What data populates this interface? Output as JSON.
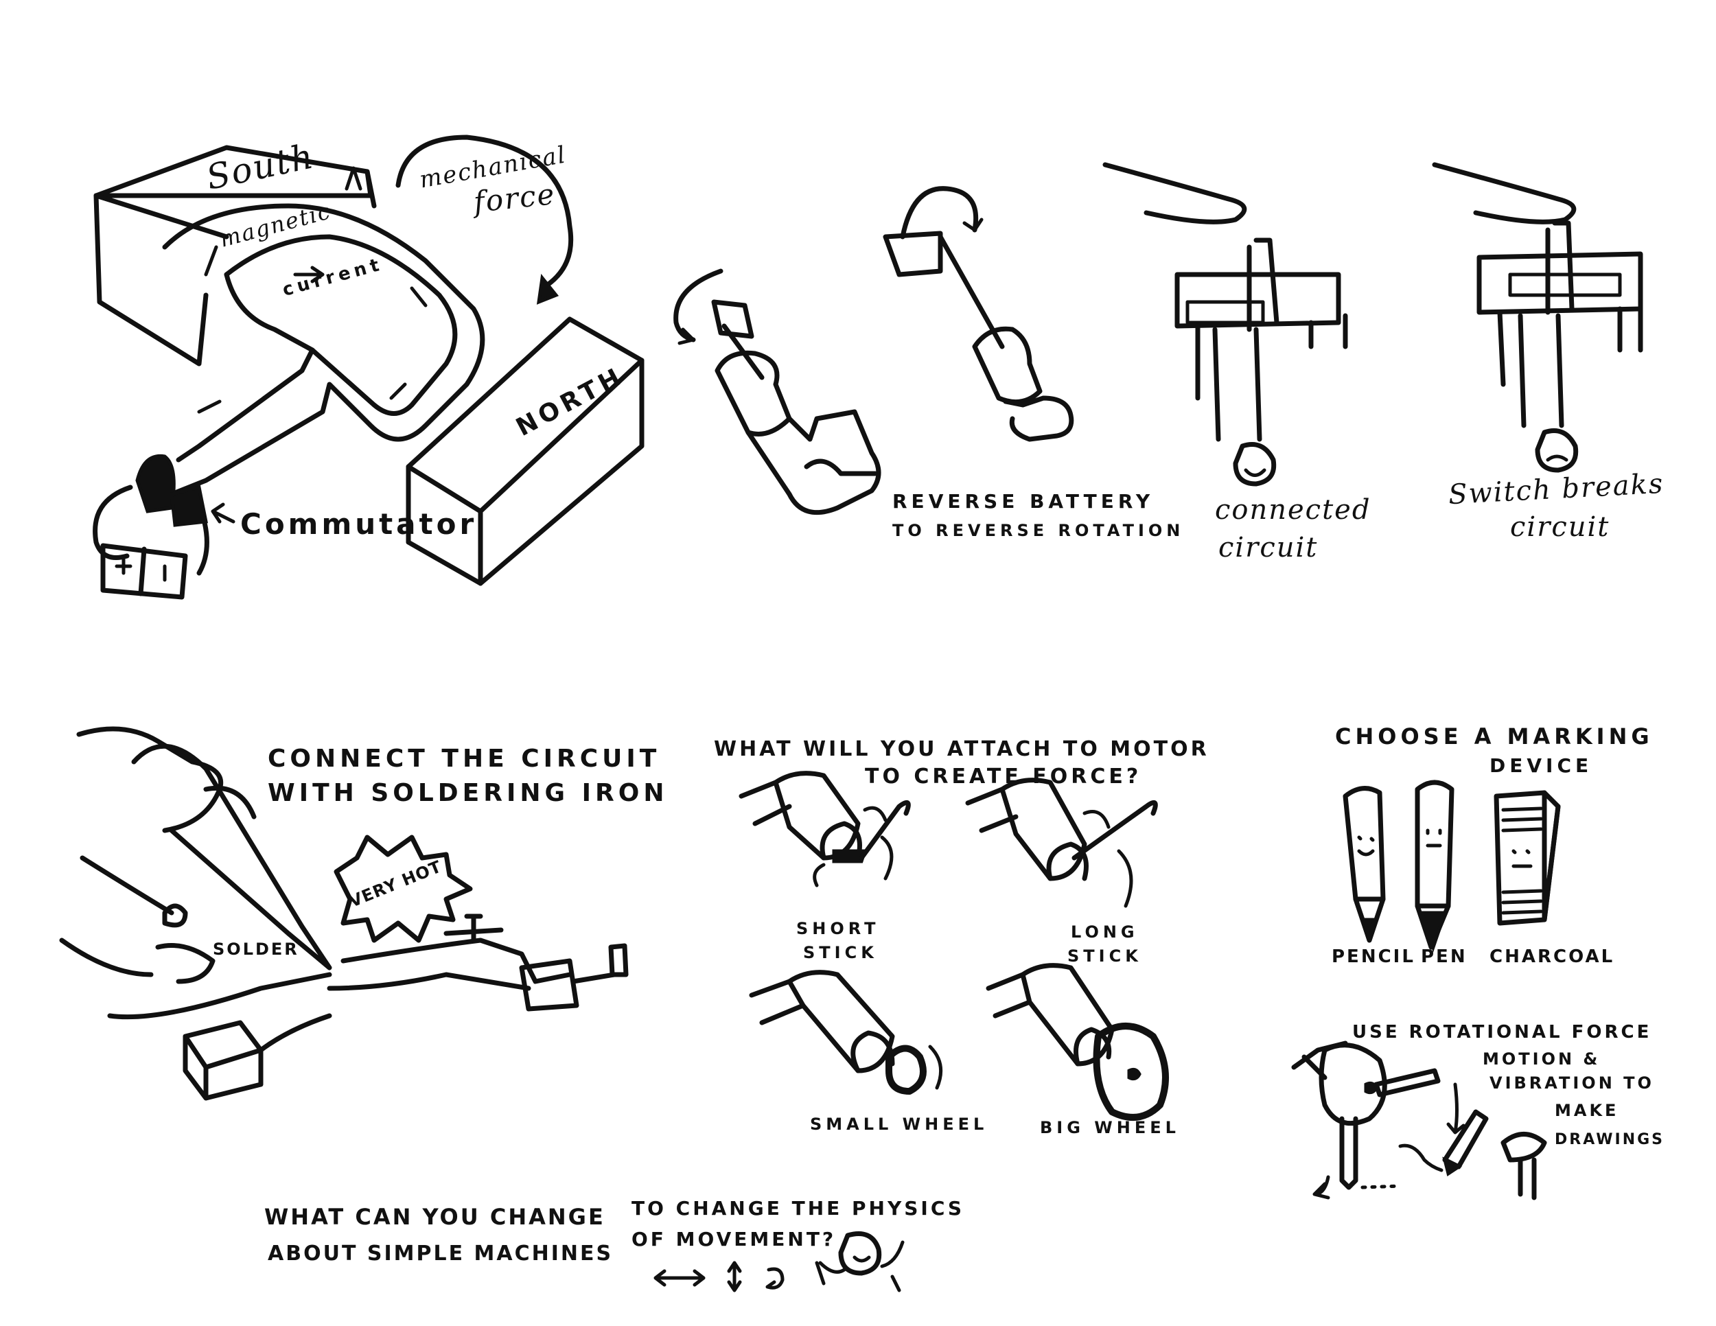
{
  "motor": {
    "south": "South",
    "magnetic": "magnetic",
    "mechanical": "mechanical",
    "force": "force",
    "current": "current",
    "north": "NORTH",
    "commutator": "Commutator"
  },
  "reverse": {
    "line1": "REVERSE BATTERY",
    "line2": "TO REVERSE ROTATION"
  },
  "switch_connected": {
    "line1": "connected",
    "line2": "circuit"
  },
  "switch_breaks": {
    "line1": "Switch breaks",
    "line2": "circuit"
  },
  "solder": {
    "line1": "CONNECT THE CIRCUIT",
    "line2": "WITH SOLDERING IRON",
    "hot": "VERY HOT",
    "solder_label": "SOLDER"
  },
  "attach": {
    "line1": "WHAT WILL YOU ATTACH TO MOTOR",
    "line2": "TO CREATE FORCE?",
    "short1": "SHORT",
    "short2": "STICK",
    "long1": "LONG",
    "long2": "STICK",
    "small_wheel": "SMALL WHEEL",
    "big_wheel": "BIG WHEEL"
  },
  "marking": {
    "line1": "CHOOSE A MARKING",
    "line2": "DEVICE",
    "pencil": "PENCIL",
    "pen": "PEN",
    "charcoal": "CHARCOAL"
  },
  "rotational": {
    "line1": "USE ROTATIONAL FORCE",
    "line2": "MOTION &",
    "line3": "VIBRATION TO",
    "line4": "MAKE",
    "line5": "DRAWINGS"
  },
  "question": {
    "left1": "WHAT CAN YOU CHANGE",
    "left2": "ABOUT SIMPLE MACHINES",
    "right1": "TO CHANGE THE PHYSICS",
    "right2": "OF MOVEMENT?"
  }
}
